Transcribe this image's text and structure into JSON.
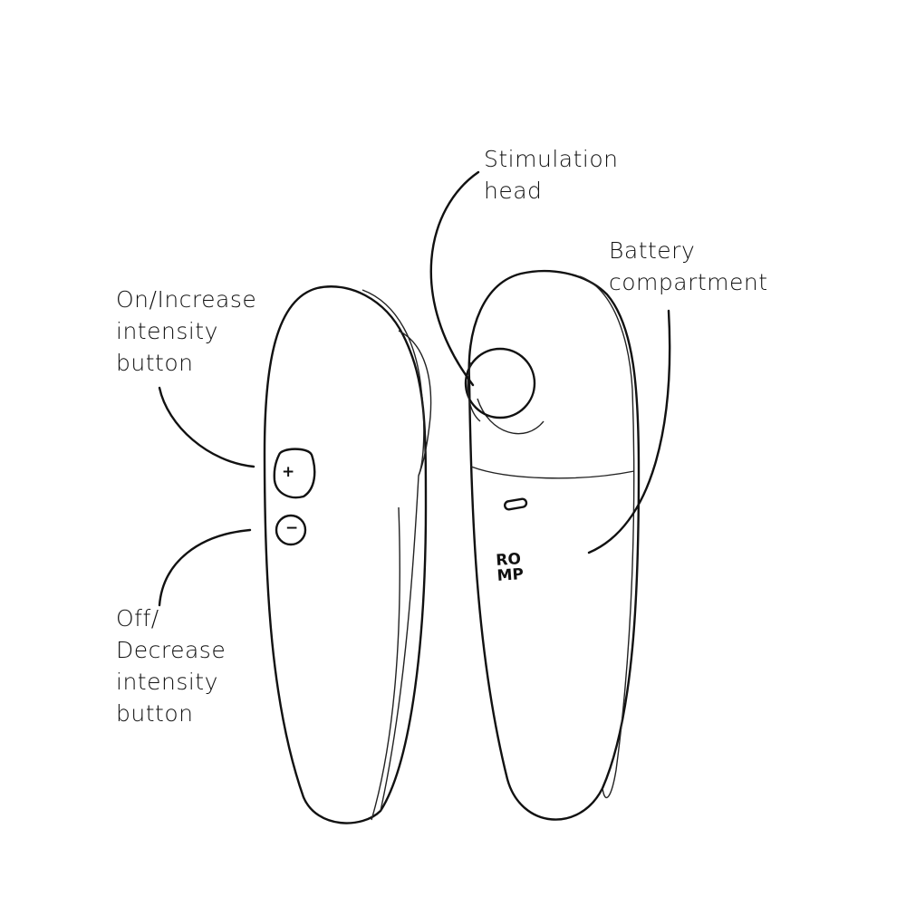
{
  "labels": {
    "stimulation_head": [
      "Stimulation",
      "head"
    ],
    "battery_compartment": [
      "Battery",
      "compartment"
    ],
    "on_increase": [
      "On/Increase",
      "intensity",
      "button"
    ],
    "off_decrease": [
      "Off/",
      "Decrease",
      "intensity",
      "button"
    ]
  },
  "device": {
    "plus_symbol": "+",
    "minus_symbol": "−",
    "logo": [
      "RO",
      "MP"
    ]
  }
}
